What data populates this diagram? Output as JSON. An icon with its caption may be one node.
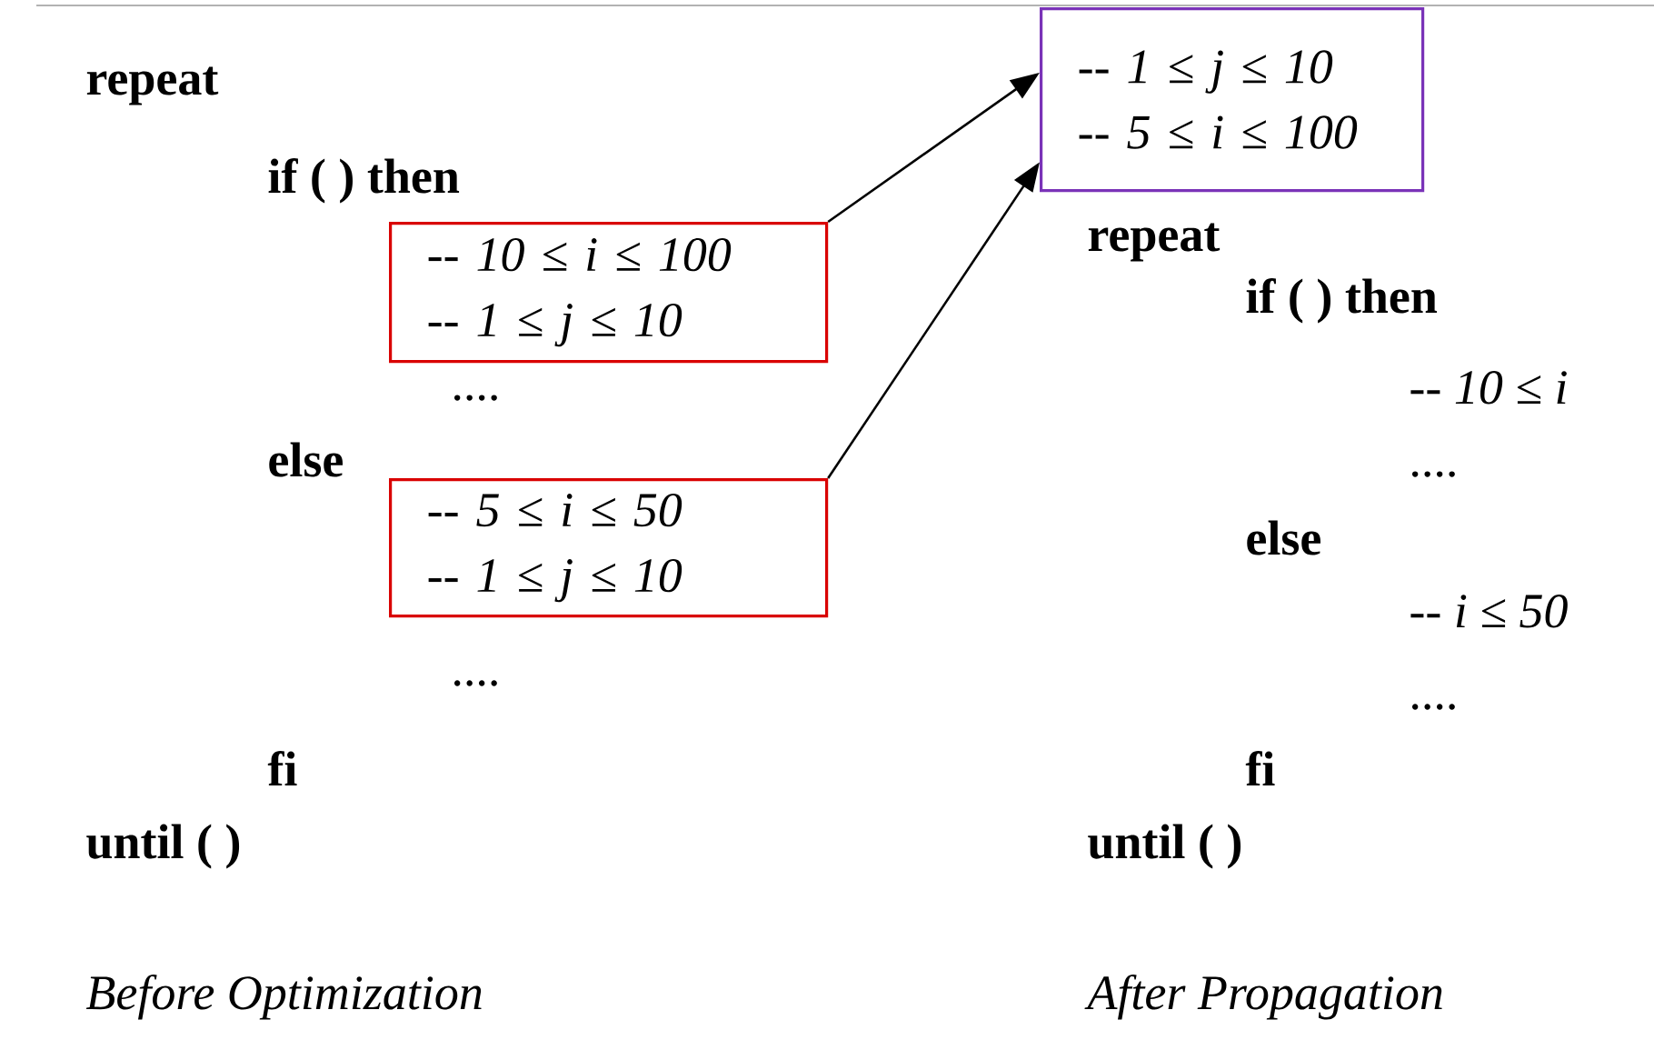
{
  "diagram": {
    "nodes": [
      {
        "text": [
          "-- 10 ≤ i ≤ 100",
          "-- 1 ≤ j ≤ 10"
        ]
      },
      {
        "text": [
          "-- 5 ≤ i ≤ 50",
          "-- 1 ≤ j ≤ 10"
        ]
      },
      {
        "text": [
          "-- 1 ≤ j ≤ 10",
          "-- 5 ≤ i ≤ 100"
        ]
      }
    ],
    "edges": [
      {
        "from": 0,
        "to": 2,
        "arrow": "to"
      },
      {
        "from": 1,
        "to": 2,
        "arrow": "to"
      }
    ],
    "labels": [
      "repeat",
      "if ( ) then",
      "....",
      "else",
      "....",
      "fi",
      "until ( )",
      "Before Optimization",
      "repeat",
      "if ( ) then",
      "-- 10 ≤ i",
      "....",
      "else",
      "-- i ≤ 50",
      "....",
      "fi",
      "until ( )",
      "After Propagation"
    ]
  }
}
